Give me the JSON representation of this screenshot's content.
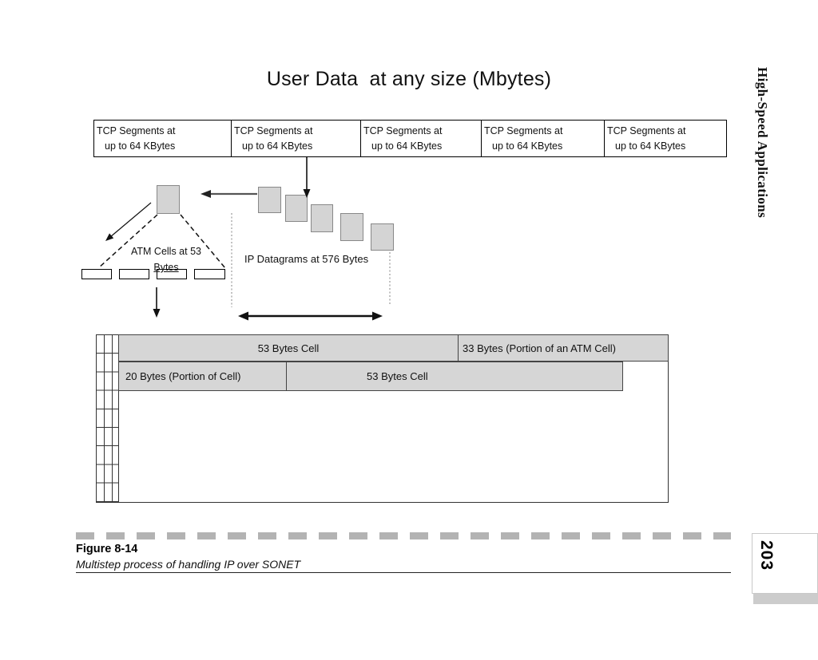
{
  "page": {
    "side_header": "High-Speed Applications",
    "page_number": "203"
  },
  "diagram": {
    "title": "User Data  at any size (Mbytes)",
    "tcp_segments": [
      {
        "line1": "TCP Segments at",
        "line2": "up to 64 KBytes"
      },
      {
        "line1": "TCP Segments at",
        "line2": "up to 64 KBytes"
      },
      {
        "line1": "TCP Segments at",
        "line2": "up to 64 KBytes"
      },
      {
        "line1": "TCP Segments at",
        "line2": "up to 64 KBytes"
      },
      {
        "line1": "TCP Segments at",
        "line2": "up to 64 KBytes"
      }
    ],
    "labels": {
      "atm_line1": "ATM Cells at 53",
      "atm_line2": "Bytes",
      "ip_datagrams": "IP Datagrams at 576 Bytes"
    },
    "sonet_frame": {
      "row1_cell1": "53 Bytes Cell",
      "row1_cell2": "33 Bytes (Portion of an ATM Cell)",
      "row2_cell1": "20 Bytes (Portion of Cell)",
      "row2_cell2": "53 Bytes Cell"
    }
  },
  "caption": {
    "figure_label": "Figure 8-14",
    "figure_title": "Multistep process of handling IP over SONET"
  },
  "colors": {
    "box_fill": "#d4d4d4",
    "sonet_bar_fill": "#d6d6d6",
    "divider_dash": "#b3b3b3",
    "tab_gray": "#cccccc"
  }
}
